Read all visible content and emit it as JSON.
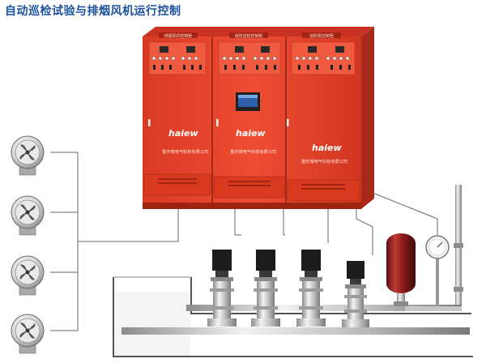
{
  "page": {
    "title": "自动巡检试验与排烟风机运行控制"
  },
  "cabinets": [
    {
      "name": "cabinet-left",
      "label_strip": "排烟风机控制柜",
      "brand": "haiew",
      "company": "重庆博电气科技有限公司",
      "has_screen": false
    },
    {
      "name": "cabinet-middle",
      "label_strip": "消防巡检控制柜",
      "brand": "haiew",
      "company": "重庆博电气科技有限公司",
      "has_screen": true
    },
    {
      "name": "cabinet-right",
      "label_strip": "消防泵控制柜",
      "brand": "haiew",
      "company": "重庆博电气科技有限公司",
      "has_screen": false
    }
  ],
  "colors": {
    "cabinet_red": "#e2402a",
    "cabinet_dark": "#b52c1a",
    "title_blue": "#1a4f9c",
    "pipe_gray": "#9a9a9a",
    "fan_gray": "#bcbcbc"
  },
  "icons": {
    "fan": "exhaust-fan-icon",
    "pump": "vertical-pump-icon",
    "tank": "pressure-tank-icon",
    "gauge": "pressure-gauge-icon"
  }
}
